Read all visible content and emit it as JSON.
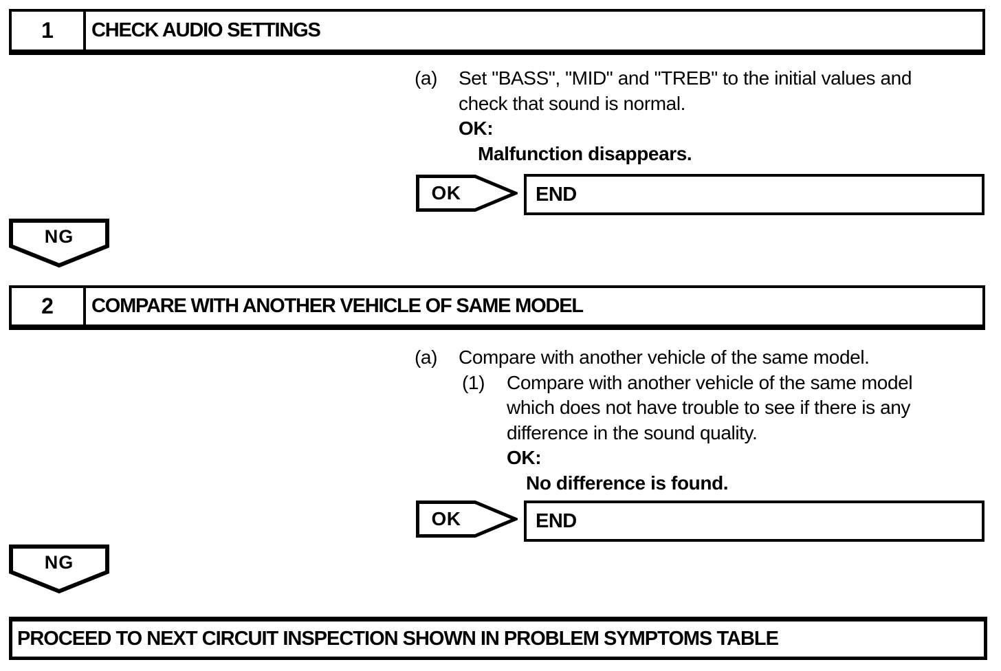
{
  "page": {
    "background": "#ffffff",
    "foreground": "#000000"
  },
  "steps": [
    {
      "number": "1",
      "title": "CHECK AUDIO SETTINGS",
      "marker": "(a)",
      "body_lines": [
        "Set \"BASS\", \"MID\" and \"TREB\" to the initial values and",
        "check that sound is normal."
      ],
      "ok_label": "OK:",
      "ok_result": "Malfunction disappears.",
      "ok_badge": "OK",
      "end_label": "END",
      "ng_badge": "NG"
    },
    {
      "number": "2",
      "title": "COMPARE WITH ANOTHER VEHICLE OF SAME MODEL",
      "marker": "(a)",
      "intro_line": "Compare with another vehicle of the same model.",
      "sub_marker": "(1)",
      "sub_lines": [
        "Compare with another vehicle of the same model",
        "which does not have trouble to see if there is any",
        "difference in the sound quality."
      ],
      "ok_label": "OK:",
      "ok_result": "No difference is found.",
      "ok_badge": "OK",
      "end_label": "END",
      "ng_badge": "NG"
    }
  ],
  "footer": {
    "text": "PROCEED TO NEXT CIRCUIT INSPECTION SHOWN IN PROBLEM SYMPTOMS TABLE"
  }
}
